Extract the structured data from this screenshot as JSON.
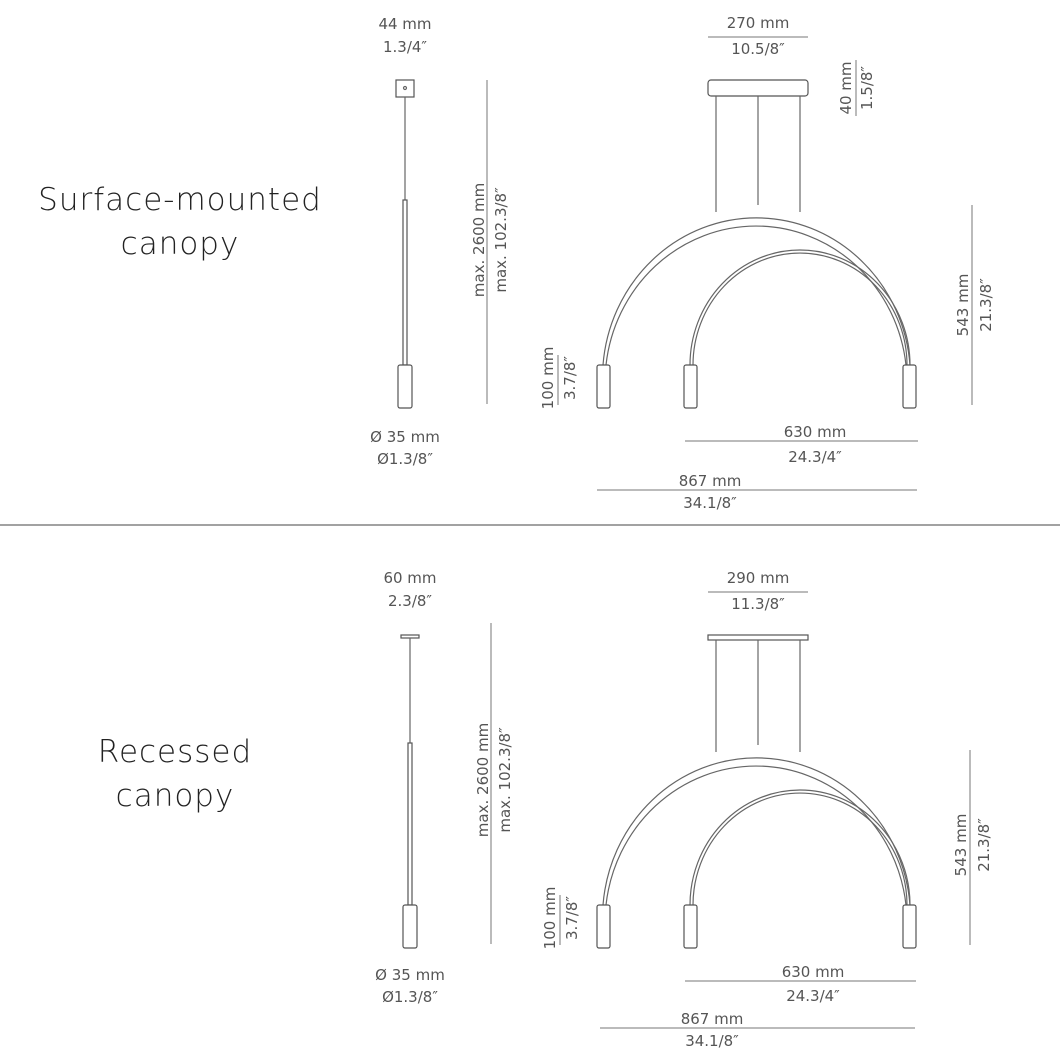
{
  "panels": [
    {
      "title_line1": "Surface-mounted",
      "title_line2": "canopy",
      "canopy_width_mm": "44 mm",
      "canopy_width_in": "1.3/4″",
      "max_length_mm": "max. 2600 mm",
      "max_length_in": "max. 102.3/8″",
      "diameter_mm": "Ø 35 mm",
      "diameter_in": "Ø1.3/8″",
      "front_canopy_mm": "270 mm",
      "front_canopy_in": "10.5/8″",
      "canopy_height_mm": "40 mm",
      "canopy_height_in": "1.5/8″",
      "arc_height_mm": "543 mm",
      "arc_height_in": "21.3/8″",
      "head_height_mm": "100 mm",
      "head_height_in": "3.7/8″",
      "inner_width_mm": "630 mm",
      "inner_width_in": "24.3/4″",
      "total_width_mm": "867 mm",
      "total_width_in": "34.1/8″"
    },
    {
      "title_line1": "Recessed",
      "title_line2": "canopy",
      "canopy_width_mm": "60 mm",
      "canopy_width_in": "2.3/8″",
      "max_length_mm": "max. 2600 mm",
      "max_length_in": "max. 102.3/8″",
      "diameter_mm": "Ø 35 mm",
      "diameter_in": "Ø1.3/8″",
      "front_canopy_mm": "290 mm",
      "front_canopy_in": "11.3/8″",
      "arc_height_mm": "543 mm",
      "arc_height_in": "21.3/8″",
      "head_height_mm": "100 mm",
      "head_height_in": "3.7/8″",
      "inner_width_mm": "630 mm",
      "inner_width_in": "24.3/4″",
      "total_width_mm": "867 mm",
      "total_width_in": "34.1/8″"
    }
  ]
}
